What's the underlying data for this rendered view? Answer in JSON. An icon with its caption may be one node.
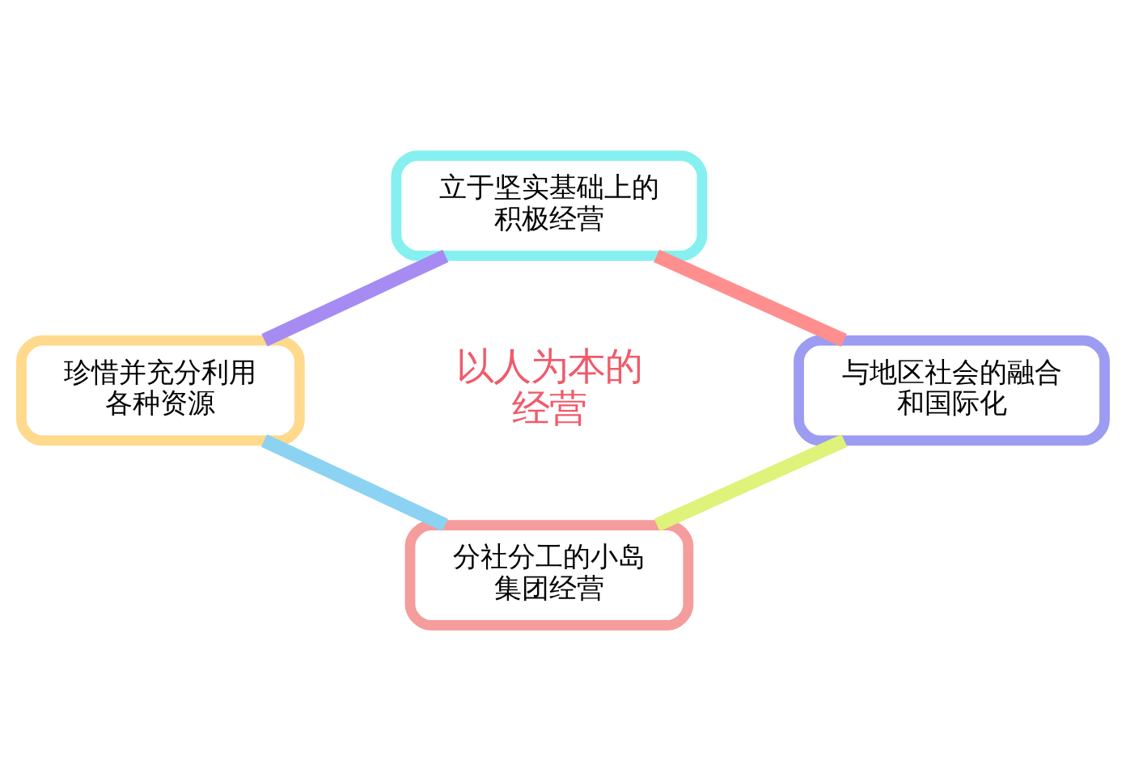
{
  "diagram": {
    "nodes": [
      {
        "text": [
          "立于坚实基础上的积极经营"
        ]
      },
      {
        "text": [
          "珍惜并充分利用各种资源"
        ]
      },
      {
        "text": [
          "与地区社会的融合和国际化"
        ]
      },
      {
        "text": [
          "分社分工的小岛集团经营"
        ]
      }
    ],
    "edges": [
      {
        "from": 0,
        "to": 2,
        "arrow": "none",
        "color": "#ff8f8f"
      },
      {
        "from": 2,
        "to": 3,
        "arrow": "none",
        "color": "#dff27a"
      },
      {
        "from": 3,
        "to": 1,
        "arrow": "none",
        "color": "#8cd2f2"
      },
      {
        "from": 1,
        "to": 0,
        "arrow": "none",
        "color": "#a68cf2"
      }
    ],
    "labels": [
      "以人为本的经营"
    ]
  }
}
